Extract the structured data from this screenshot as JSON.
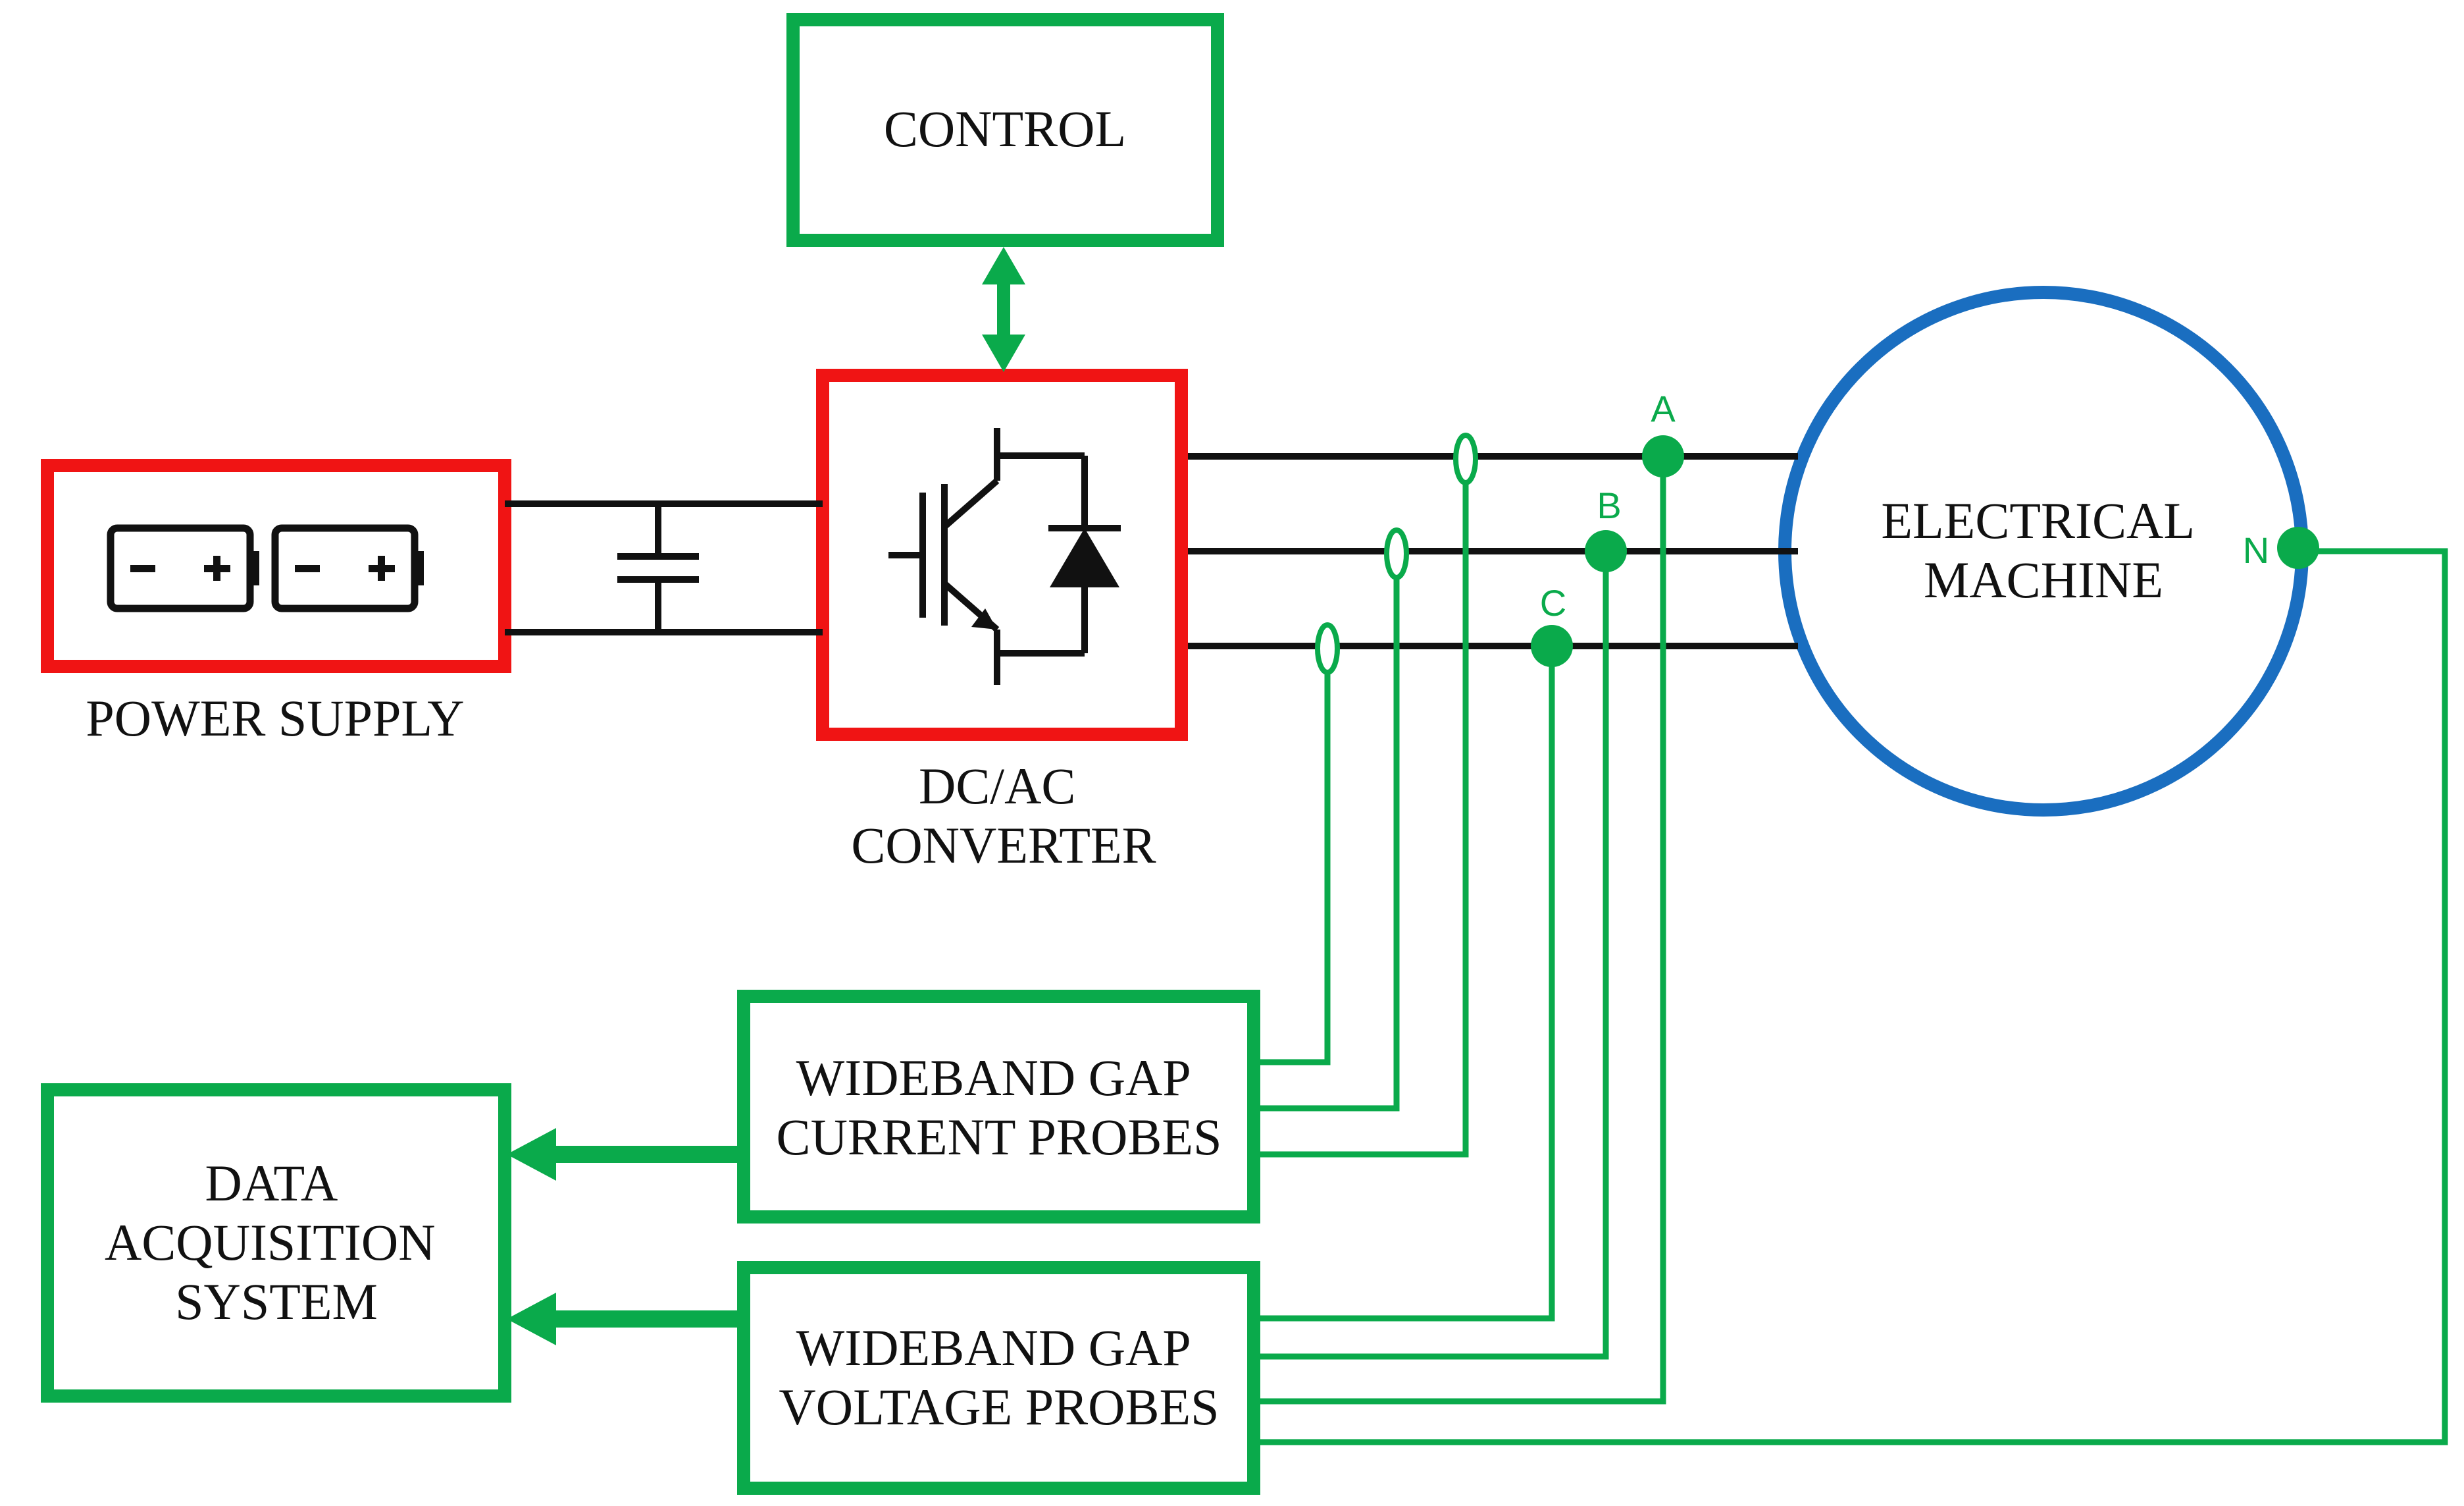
{
  "colors": {
    "red": "#f01414",
    "green": "#0aaa4b",
    "blue": "#1a6ec0",
    "black": "#111111"
  },
  "blocks": {
    "control": {
      "lines": [
        "CONTROL"
      ]
    },
    "power_supply": {
      "lines": [
        "POWER SUPPLY"
      ]
    },
    "converter": {
      "lines": [
        "DC/AC",
        "CONVERTER"
      ]
    },
    "machine": {
      "lines": [
        "ELECTRICAL",
        "MACHINE"
      ]
    },
    "current_probes": {
      "lines": [
        "WIDEBAND GAP",
        "CURRENT PROBES"
      ]
    },
    "voltage_probes": {
      "lines": [
        "WIDEBAND GAP",
        "VOLTAGE PROBES"
      ]
    },
    "daq": {
      "lines": [
        "DATA",
        "ACQUISITION",
        "SYSTEM"
      ]
    }
  },
  "points": {
    "a": "A",
    "b": "B",
    "c": "C",
    "n": "N"
  },
  "icons": [
    "battery-icon",
    "capacitor-icon",
    "igbt-icon",
    "diode-icon",
    "current-clamp-icon"
  ]
}
